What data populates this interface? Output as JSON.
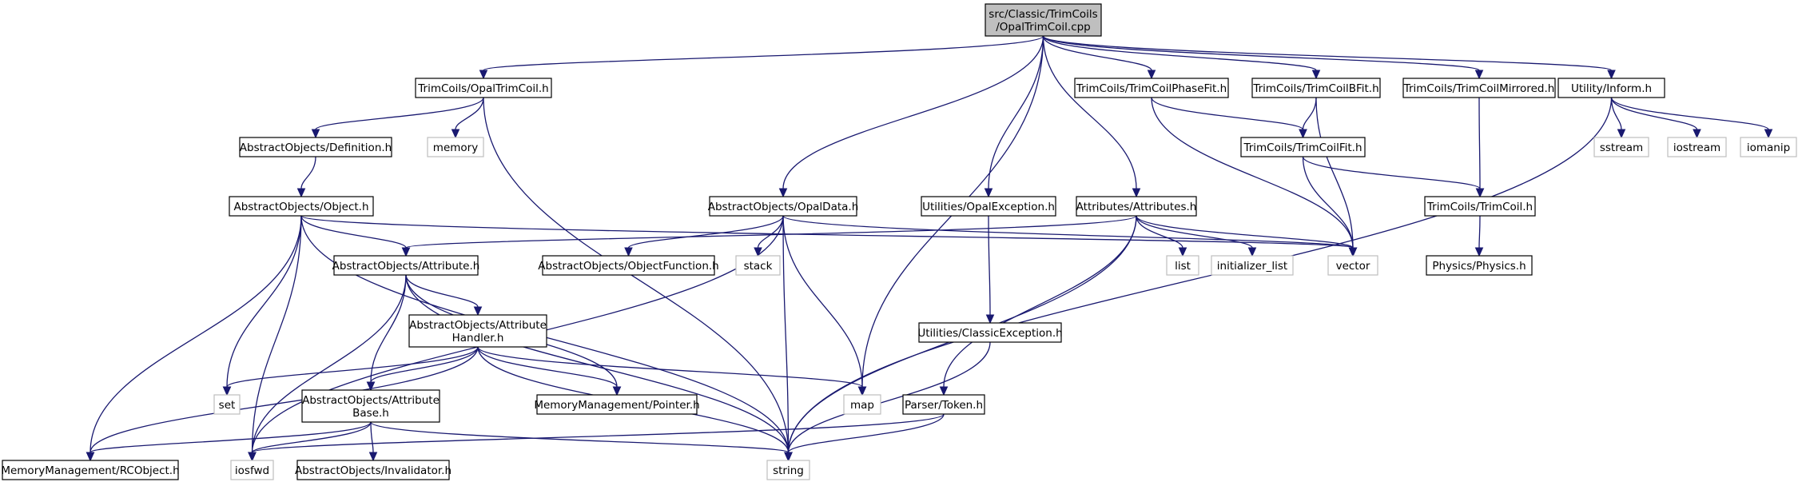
{
  "nodes": [
    {
      "id": "main",
      "kind": "main",
      "lines": [
        "src/Classic/TrimCoils",
        "/OpalTrimCoil.cpp"
      ]
    },
    {
      "id": "opaltrimcoil_h",
      "kind": "local",
      "lines": [
        "TrimCoils/OpalTrimCoil.h"
      ]
    },
    {
      "id": "definition_h",
      "kind": "local",
      "lines": [
        "AbstractObjects/Definition.h"
      ]
    },
    {
      "id": "memory",
      "kind": "ext",
      "lines": [
        "memory"
      ]
    },
    {
      "id": "object_h",
      "kind": "local",
      "lines": [
        "AbstractObjects/Object.h"
      ]
    },
    {
      "id": "opaldata_h",
      "kind": "local",
      "lines": [
        "AbstractObjects/OpalData.h"
      ]
    },
    {
      "id": "opalexception_h",
      "kind": "local",
      "lines": [
        "Utilities/OpalException.h"
      ]
    },
    {
      "id": "attributes_h",
      "kind": "local",
      "lines": [
        "Attributes/Attributes.h"
      ]
    },
    {
      "id": "phasefit_h",
      "kind": "local",
      "lines": [
        "TrimCoils/TrimCoilPhaseFit.h"
      ]
    },
    {
      "id": "bfit_h",
      "kind": "local",
      "lines": [
        "TrimCoils/TrimCoilBFit.h"
      ]
    },
    {
      "id": "mirrored_h",
      "kind": "local",
      "lines": [
        "TrimCoils/TrimCoilMirrored.h"
      ]
    },
    {
      "id": "inform_h",
      "kind": "local",
      "lines": [
        "Utility/Inform.h"
      ]
    },
    {
      "id": "sstream",
      "kind": "ext",
      "lines": [
        "sstream"
      ]
    },
    {
      "id": "iostream",
      "kind": "ext",
      "lines": [
        "iostream"
      ]
    },
    {
      "id": "iomanip",
      "kind": "ext",
      "lines": [
        "iomanip"
      ]
    },
    {
      "id": "fit_h",
      "kind": "local",
      "lines": [
        "TrimCoils/TrimCoilFit.h"
      ]
    },
    {
      "id": "trimcoil_h",
      "kind": "local",
      "lines": [
        "TrimCoils/TrimCoil.h"
      ]
    },
    {
      "id": "physics_h",
      "kind": "local",
      "lines": [
        "Physics/Physics.h"
      ]
    },
    {
      "id": "attribute_h",
      "kind": "local",
      "lines": [
        "AbstractObjects/Attribute.h"
      ]
    },
    {
      "id": "objectfunction_h",
      "kind": "local",
      "lines": [
        "AbstractObjects/ObjectFunction.h"
      ]
    },
    {
      "id": "stack",
      "kind": "ext",
      "lines": [
        "stack"
      ]
    },
    {
      "id": "list",
      "kind": "ext",
      "lines": [
        "list"
      ]
    },
    {
      "id": "initializer_list",
      "kind": "ext",
      "lines": [
        "initializer_list"
      ]
    },
    {
      "id": "vector",
      "kind": "ext",
      "lines": [
        "vector"
      ]
    },
    {
      "id": "attrhandler_h",
      "kind": "local",
      "lines": [
        "AbstractObjects/Attribute",
        "Handler.h"
      ]
    },
    {
      "id": "classicexception_h",
      "kind": "local",
      "lines": [
        "Utilities/ClassicException.h"
      ]
    },
    {
      "id": "set",
      "kind": "ext",
      "lines": [
        "set"
      ]
    },
    {
      "id": "attrbase_h",
      "kind": "local",
      "lines": [
        "AbstractObjects/Attribute",
        "Base.h"
      ]
    },
    {
      "id": "pointer_h",
      "kind": "local",
      "lines": [
        "MemoryManagement/Pointer.h"
      ]
    },
    {
      "id": "map",
      "kind": "ext",
      "lines": [
        "map"
      ]
    },
    {
      "id": "token_h",
      "kind": "local",
      "lines": [
        "Parser/Token.h"
      ]
    },
    {
      "id": "rcobject_h",
      "kind": "local",
      "lines": [
        "MemoryManagement/RCObject.h"
      ]
    },
    {
      "id": "iosfwd",
      "kind": "ext",
      "lines": [
        "iosfwd"
      ]
    },
    {
      "id": "invalidator_h",
      "kind": "local",
      "lines": [
        "AbstractObjects/Invalidator.h"
      ]
    },
    {
      "id": "string",
      "kind": "ext",
      "lines": [
        "string"
      ]
    }
  ],
  "edges": [
    [
      "main",
      "opaltrimcoil_h"
    ],
    [
      "main",
      "opaldata_h"
    ],
    [
      "main",
      "map"
    ],
    [
      "main",
      "opalexception_h"
    ],
    [
      "main",
      "attributes_h"
    ],
    [
      "main",
      "phasefit_h"
    ],
    [
      "main",
      "bfit_h"
    ],
    [
      "main",
      "mirrored_h"
    ],
    [
      "main",
      "inform_h"
    ],
    [
      "opaltrimcoil_h",
      "definition_h"
    ],
    [
      "opaltrimcoil_h",
      "memory"
    ],
    [
      "opaltrimcoil_h",
      "string"
    ],
    [
      "definition_h",
      "object_h"
    ],
    [
      "object_h",
      "attribute_h"
    ],
    [
      "object_h",
      "set"
    ],
    [
      "object_h",
      "rcobject_h"
    ],
    [
      "object_h",
      "iosfwd"
    ],
    [
      "object_h",
      "string"
    ],
    [
      "object_h",
      "vector"
    ],
    [
      "opaldata_h",
      "objectfunction_h"
    ],
    [
      "opaldata_h",
      "stack"
    ],
    [
      "opaldata_h",
      "map"
    ],
    [
      "opaldata_h",
      "string"
    ],
    [
      "opaldata_h",
      "iosfwd"
    ],
    [
      "opaldata_h",
      "vector"
    ],
    [
      "opalexception_h",
      "classicexception_h"
    ],
    [
      "classicexception_h",
      "string"
    ],
    [
      "attributes_h",
      "attribute_h"
    ],
    [
      "attributes_h",
      "list"
    ],
    [
      "attributes_h",
      "initializer_list"
    ],
    [
      "attributes_h",
      "vector"
    ],
    [
      "attributes_h",
      "token_h"
    ],
    [
      "attributes_h",
      "string"
    ],
    [
      "phasefit_h",
      "fit_h"
    ],
    [
      "phasefit_h",
      "vector"
    ],
    [
      "bfit_h",
      "fit_h"
    ],
    [
      "bfit_h",
      "vector"
    ],
    [
      "fit_h",
      "trimcoil_h"
    ],
    [
      "fit_h",
      "vector"
    ],
    [
      "mirrored_h",
      "trimcoil_h"
    ],
    [
      "trimcoil_h",
      "physics_h"
    ],
    [
      "inform_h",
      "sstream"
    ],
    [
      "inform_h",
      "iostream"
    ],
    [
      "inform_h",
      "iomanip"
    ],
    [
      "inform_h",
      "string"
    ],
    [
      "attribute_h",
      "attrhandler_h"
    ],
    [
      "attribute_h",
      "attrbase_h"
    ],
    [
      "attribute_h",
      "pointer_h"
    ],
    [
      "attribute_h",
      "iosfwd"
    ],
    [
      "attribute_h",
      "string"
    ],
    [
      "attrhandler_h",
      "set"
    ],
    [
      "attrhandler_h",
      "attrbase_h"
    ],
    [
      "attrhandler_h",
      "pointer_h"
    ],
    [
      "attrhandler_h",
      "map"
    ],
    [
      "attrhandler_h",
      "rcobject_h"
    ],
    [
      "attrhandler_h",
      "string"
    ],
    [
      "attrbase_h",
      "rcobject_h"
    ],
    [
      "attrbase_h",
      "iosfwd"
    ],
    [
      "attrbase_h",
      "invalidator_h"
    ],
    [
      "attrbase_h",
      "string"
    ],
    [
      "token_h",
      "iosfwd"
    ],
    [
      "token_h",
      "string"
    ]
  ],
  "colors": {
    "edge": "#191970",
    "main_fill": "#bfbfbf",
    "local_border": "#000000",
    "external_border": "#bfbfbf"
  }
}
